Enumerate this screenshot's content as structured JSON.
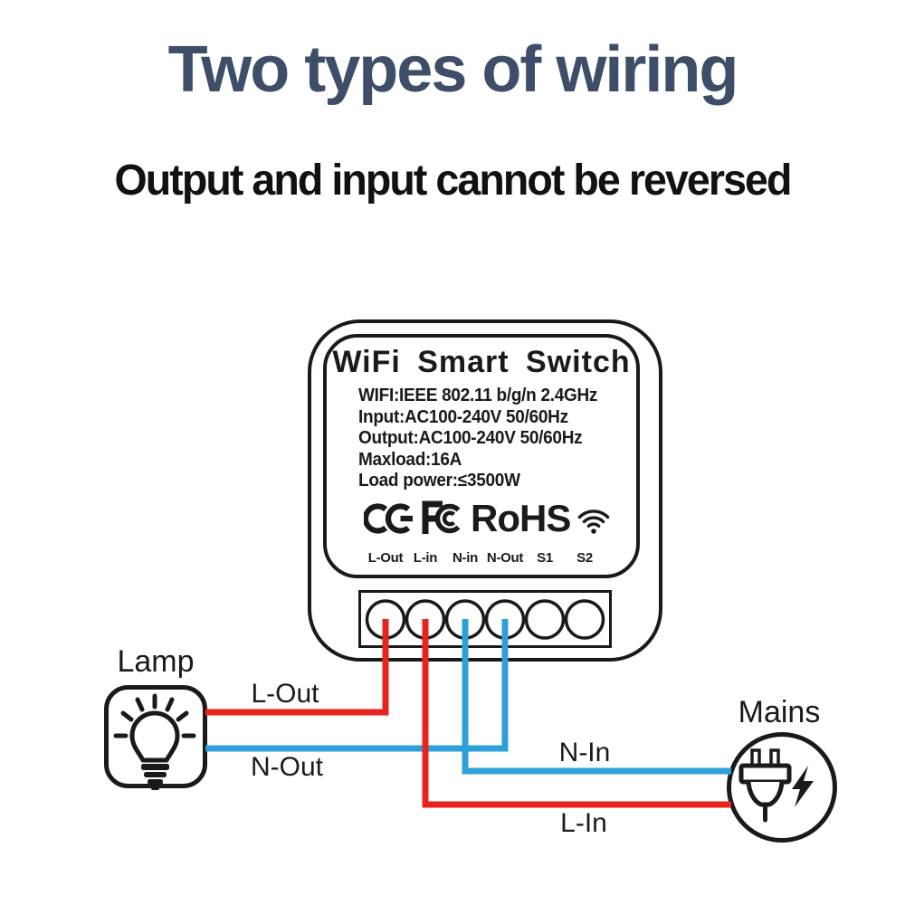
{
  "header": {
    "title": "Two types of wiring",
    "subtitle": "Output and input cannot be reversed"
  },
  "device": {
    "name": "WiFi Smart Switch",
    "specs": [
      "WIFI:IEEE 802.11 b/g/n 2.4GHz",
      "Input:AC100-240V 50/60Hz",
      "Output:AC100-240V 50/60Hz",
      "Maxload:16A",
      "Load power:≤3500W"
    ],
    "certifications": [
      "CE",
      "FCC",
      "RoHS",
      "WiFi"
    ],
    "terminals": [
      "L-Out",
      "L-in",
      "N-in",
      "N-Out",
      "S1",
      "S2"
    ]
  },
  "nodes": {
    "lamp": "Lamp",
    "mains": "Mains"
  },
  "wires": [
    {
      "label": "L-Out",
      "color": "#e8231d",
      "from_terminal": "L-Out",
      "to_node": "Lamp"
    },
    {
      "label": "N-Out",
      "color": "#2e9fd8",
      "from_terminal": "N-Out",
      "to_node": "Lamp"
    },
    {
      "label": "N-In",
      "color": "#2e9fd8",
      "from_terminal": "N-in",
      "to_node": "Mains"
    },
    {
      "label": "L-In",
      "color": "#e8231d",
      "from_terminal": "L-in",
      "to_node": "Mains"
    }
  ],
  "colors": {
    "title_text": "#3e4e68",
    "ink": "#1a1a1a",
    "live_wire_red": "#e8231d",
    "neutral_wire_blue": "#2e9fd8"
  }
}
